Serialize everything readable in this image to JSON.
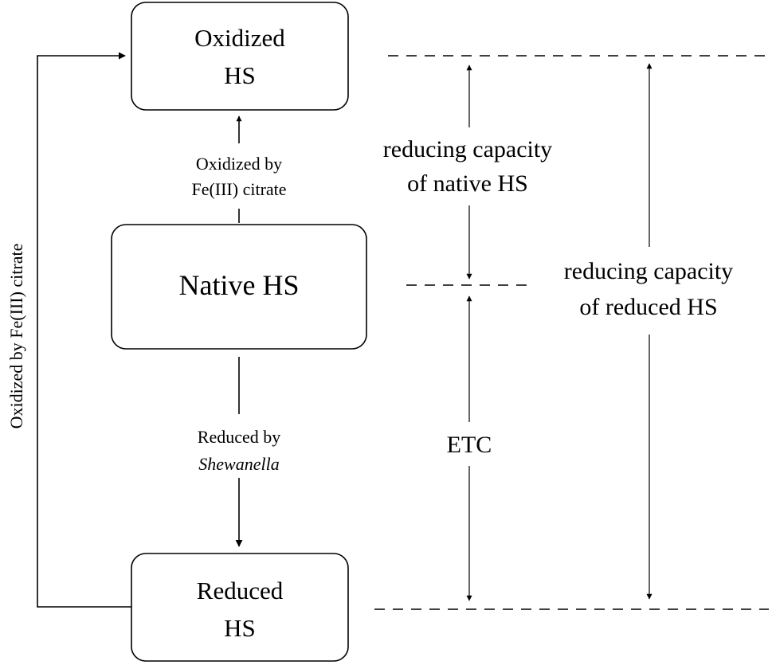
{
  "boxes": {
    "oxidized": {
      "line1": "Oxidized",
      "line2": "HS"
    },
    "native": {
      "text": "Native HS"
    },
    "reduced": {
      "line1": "Reduced",
      "line2": "HS"
    }
  },
  "arrows": {
    "native_to_oxidized": {
      "line1": "Oxidized by",
      "line2": "Fe(III) citrate"
    },
    "native_to_reduced": {
      "line1": "Reduced by",
      "line2": "Shewanella"
    },
    "reduced_to_oxidized": {
      "text": "Oxidized by Fe(III) citrate"
    }
  },
  "measures": {
    "native_capacity": {
      "line1": "reducing capacity",
      "line2": "of native HS"
    },
    "etc": {
      "text": "ETC"
    },
    "reduced_capacity": {
      "line1": "reducing capacity",
      "line2": "of reduced HS"
    }
  }
}
